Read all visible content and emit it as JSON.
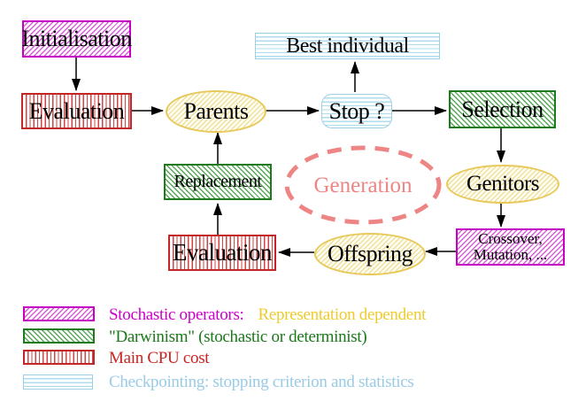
{
  "diagram": {
    "nodes": {
      "initialisation": {
        "label": "Initialisation",
        "style": "magenta-hatch"
      },
      "evaluation_top": {
        "label": "Evaluation",
        "style": "red-vertical-lines"
      },
      "parents": {
        "label": "Parents",
        "style": "yellow-ellipse"
      },
      "stop": {
        "label": "Stop ?",
        "style": "cyan-horizontal-lines-rounded"
      },
      "best_individual": {
        "label": "Best individual",
        "style": "cyan-horizontal-lines"
      },
      "selection": {
        "label": "Selection",
        "style": "green-hatch"
      },
      "genitors": {
        "label": "Genitors",
        "style": "yellow-ellipse"
      },
      "crossover": {
        "line1": "Crossover,",
        "line2": "Mutation, ...",
        "style": "magenta-hatch"
      },
      "offspring": {
        "label": "Offspring",
        "style": "yellow-ellipse"
      },
      "evaluation_bottom": {
        "label": "Evaluation",
        "style": "red-vertical-lines"
      },
      "replacement": {
        "label": "Replacement",
        "style": "green-hatch"
      },
      "generation": {
        "label": "Generation",
        "style": "salmon-dashed-ellipse"
      }
    },
    "flow": [
      "Initialisation -> Evaluation",
      "Evaluation -> Parents",
      "Parents -> Stop ?",
      "Stop ? -> Best individual",
      "Stop ? -> Selection",
      "Selection -> Genitors",
      "Genitors -> Crossover/Mutation",
      "Crossover/Mutation -> Offspring",
      "Offspring -> Evaluation",
      "Evaluation -> Replacement",
      "Replacement -> Parents"
    ]
  },
  "legend": {
    "items": [
      {
        "swatch": "magenta-hatch",
        "text": "Stochastic operators:",
        "text2": "Representation dependent"
      },
      {
        "swatch": "green-hatch",
        "text": "\"Darwinism\" (stochastic or determinist)"
      },
      {
        "swatch": "red-vertical-lines",
        "text": "Main CPU cost"
      },
      {
        "swatch": "cyan-horizontal-lines",
        "text": "Checkpointing: stopping criterion and statistics"
      }
    ]
  },
  "colors": {
    "magenta": "#c400c4",
    "red": "#cc2222",
    "green": "#1a7a1a",
    "cyan_border": "#9dcfe4",
    "cyan_text": "#99cbe6",
    "yellow_border": "#e7c95a",
    "gold_text": "#eecb2d",
    "salmon": "#ee8585",
    "node_text": "#000000"
  }
}
